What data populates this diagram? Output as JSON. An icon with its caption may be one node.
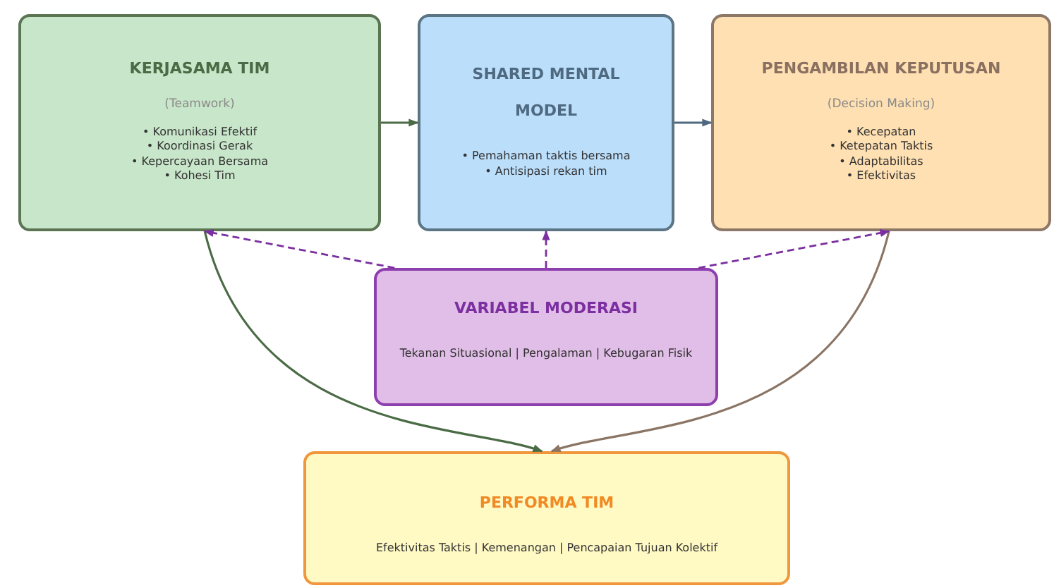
{
  "diagram": {
    "nodes": [
      {
        "text": [
          "KERJASAMA TIM",
          "(Teamwork)",
          "• Komunikasi Efektif",
          "• Koordinasi Gerak",
          "• Kepercayaan Bersama",
          "• Kohesi Tim"
        ]
      },
      {
        "text": [
          "SHARED MENTAL MODEL",
          "• Pemahaman taktis bersama",
          "• Antisipasi rekan tim"
        ]
      },
      {
        "text": [
          "PENGAMBILAN KEPUTUSAN",
          "(Decision Making)",
          "• Kecepatan",
          "• Ketepatan Taktis",
          "• Adaptabilitas",
          "• Efektivitas"
        ]
      },
      {
        "text": [
          "VARIABEL MODERASI",
          "Tekanan Situasional | Pengalaman | Kebugaran Fisik"
        ]
      },
      {
        "text": [
          "PERFORMA TIM",
          "Efektivitas Taktis | Kemenangan | Pencapaian Tujuan Kolektif"
        ]
      }
    ],
    "edges": [
      {
        "from": 0,
        "to": 1,
        "arrow": "to",
        "color": "#4a6b45"
      },
      {
        "from": 1,
        "to": 2,
        "arrow": "to",
        "color": "#4f6a80"
      },
      {
        "from": 0,
        "to": 4,
        "arrow": "to",
        "color": "#4a6b45"
      },
      {
        "from": 2,
        "to": 4,
        "arrow": "to",
        "color": "#8a7565"
      },
      {
        "from": 3,
        "to": 0,
        "arrow": "to",
        "style": "dashed",
        "color": "#7b2fa0"
      },
      {
        "from": 3,
        "to": 1,
        "arrow": "to",
        "style": "dashed",
        "color": "#7b2fa0"
      },
      {
        "from": 3,
        "to": 2,
        "arrow": "to",
        "style": "dashed",
        "color": "#7b2fa0"
      }
    ]
  }
}
